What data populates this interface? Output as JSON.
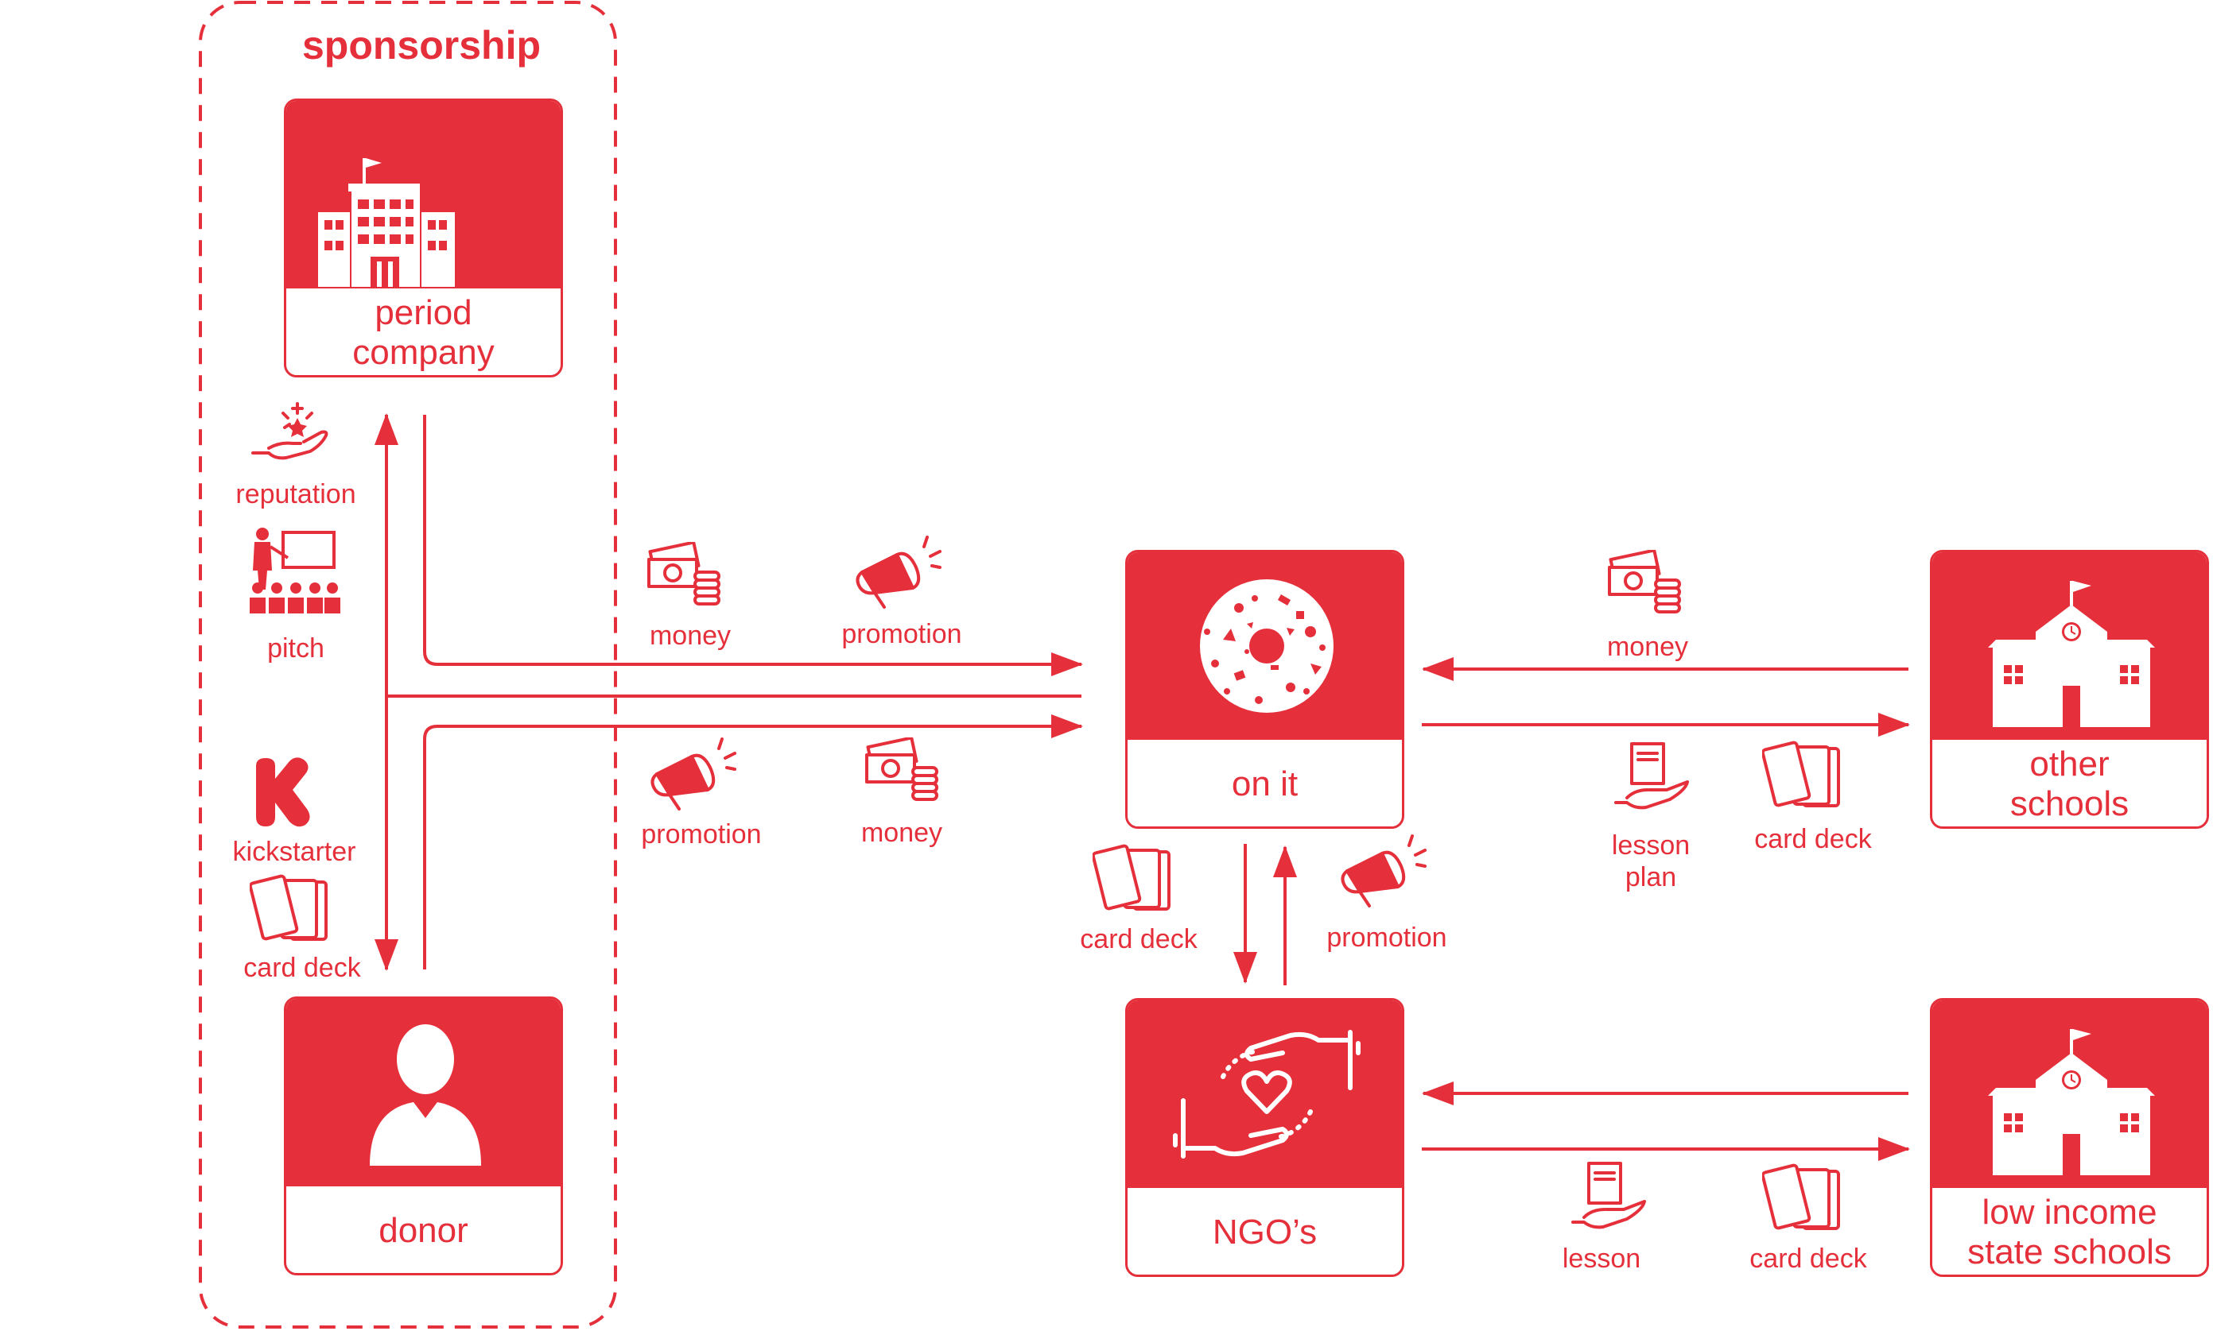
{
  "group": {
    "title": "sponsorship"
  },
  "colors": {
    "accent": "#e52f3a",
    "background": "#ffffff"
  },
  "nodes": {
    "period_company": {
      "label": "period\ncompany",
      "icon": "office-building-icon"
    },
    "donor": {
      "label": "donor",
      "icon": "person-icon"
    },
    "on_it": {
      "label": "on it",
      "icon": "donut-pattern-logo"
    },
    "ngos": {
      "label": "NGO’s",
      "icon": "hands-heart-icon"
    },
    "other_schools": {
      "label": "other\nschools",
      "icon": "school-building-icon"
    },
    "low_income": {
      "label": "low income\nstate schools",
      "icon": "school-building-icon"
    }
  },
  "flow_labels": {
    "reputation": "reputation",
    "pitch": "pitch",
    "kickstarter": "kickstarter",
    "donor_card_deck": "card deck",
    "company_money": "money",
    "company_promotion": "promotion",
    "donor_promotion": "promotion",
    "donor_money": "money",
    "school_money": "money",
    "lesson_plan": "lesson\nplan",
    "school_card_deck": "card deck",
    "ngo_card_deck": "card deck",
    "ngo_promotion": "promotion",
    "lesson": "lesson",
    "low_card_deck": "card deck"
  }
}
